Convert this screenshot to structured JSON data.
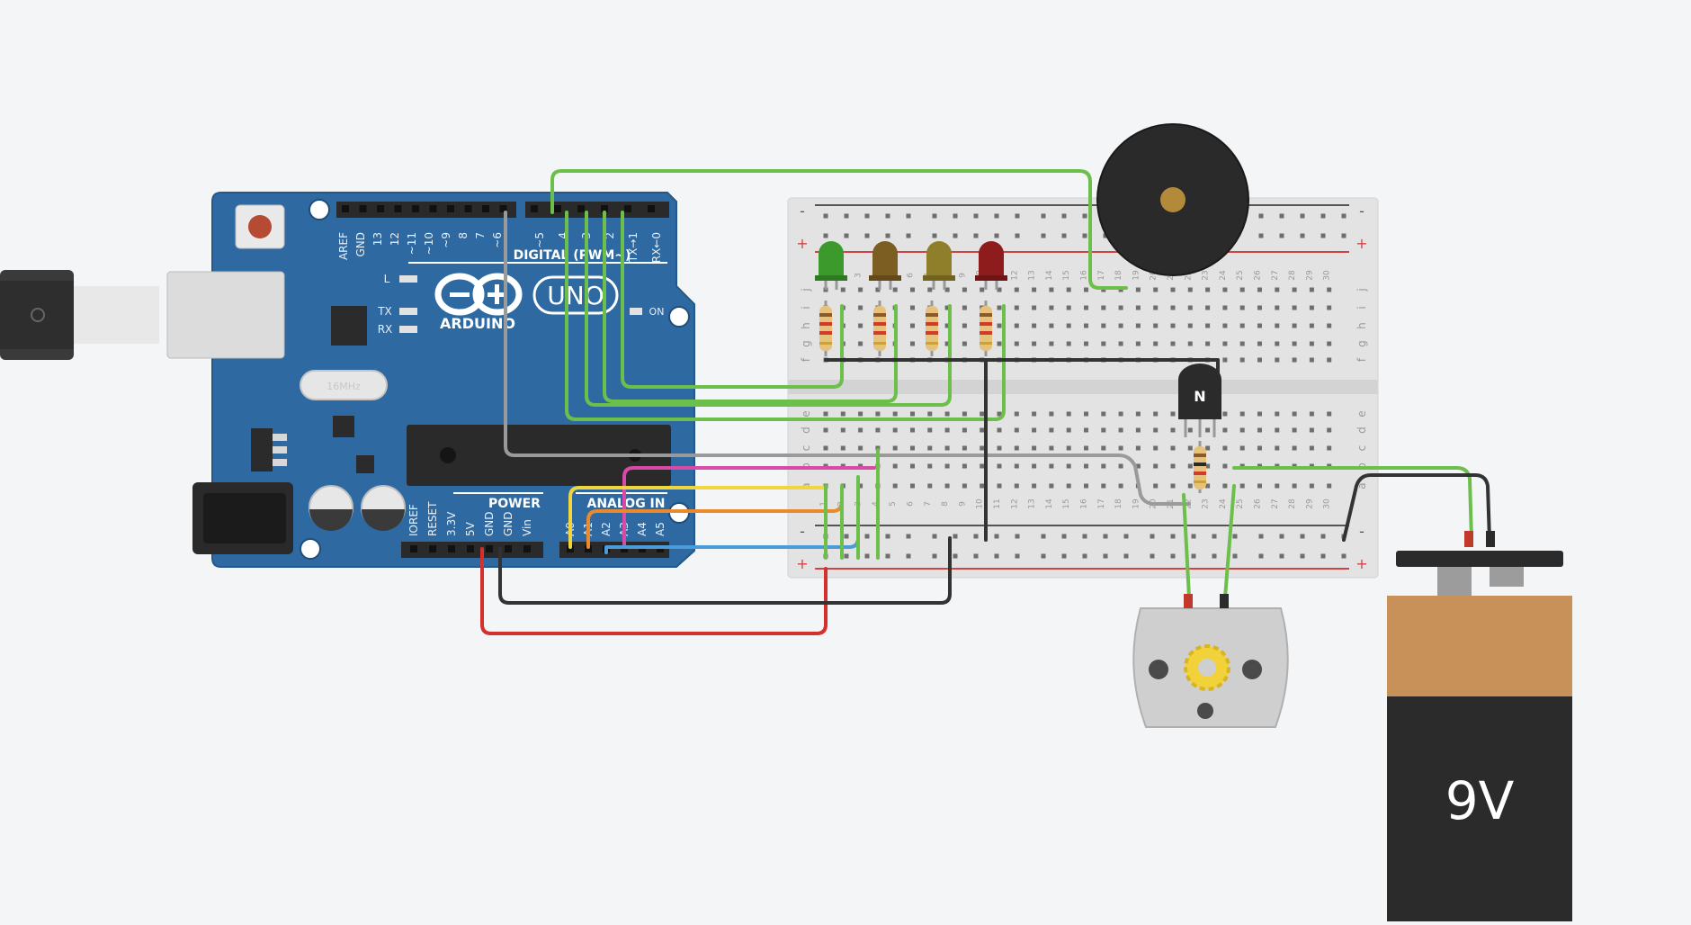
{
  "arduino": {
    "brand": "ARDUINO",
    "model": "UNO",
    "digital_header": "DIGITAL (PWM~)",
    "power_header": "POWER",
    "analog_header": "ANALOG IN",
    "on_label": "ON",
    "l_label": "L",
    "tx_label": "TX",
    "rx_label": "RX",
    "crystal_label": "16MHz",
    "digital_pins": [
      "AREF",
      "GND",
      "13",
      "12",
      "~11",
      "~10",
      "~9",
      "8",
      "7",
      "~6",
      "~5",
      "4",
      "~3",
      "2",
      "TX→1",
      "RX←0"
    ],
    "power_pins": [
      "IOREF",
      "RESET",
      "3.3V",
      "5V",
      "GND",
      "GND",
      "Vin"
    ],
    "analog_pins": [
      "A0",
      "A1",
      "A2",
      "A3",
      "A4",
      "A5"
    ]
  },
  "breadboard": {
    "plus_label": "+",
    "minus_label": "-",
    "columns": [
      "1",
      "2",
      "3",
      "4",
      "5",
      "6",
      "7",
      "8",
      "9",
      "10",
      "11",
      "12",
      "13",
      "14",
      "15",
      "16",
      "17",
      "18",
      "19",
      "20",
      "21",
      "22",
      "23",
      "24",
      "25",
      "26",
      "27",
      "28",
      "29",
      "30"
    ],
    "top_rows": [
      "j",
      "i",
      "h",
      "g",
      "f"
    ],
    "bottom_rows": [
      "e",
      "d",
      "c",
      "b",
      "a"
    ]
  },
  "transistor": {
    "label": "N"
  },
  "battery": {
    "label": "9V"
  },
  "colors": {
    "board": "#2e6aa1",
    "wire_green": "#6cbf4b",
    "wire_red": "#d2312d",
    "wire_black": "#333333",
    "wire_gray": "#9a9a9a",
    "wire_magenta": "#d94aa8",
    "wire_yellow": "#f0d63c",
    "wire_orange": "#e88a2d",
    "wire_blue": "#4a9bd8",
    "led_green": "#3c9a2c",
    "led_brown": "#7d5e22",
    "led_olive": "#8f7e2a",
    "led_red": "#8e1c1c",
    "battery_top": "#c8915a",
    "battery_body": "#2b2b2b"
  }
}
